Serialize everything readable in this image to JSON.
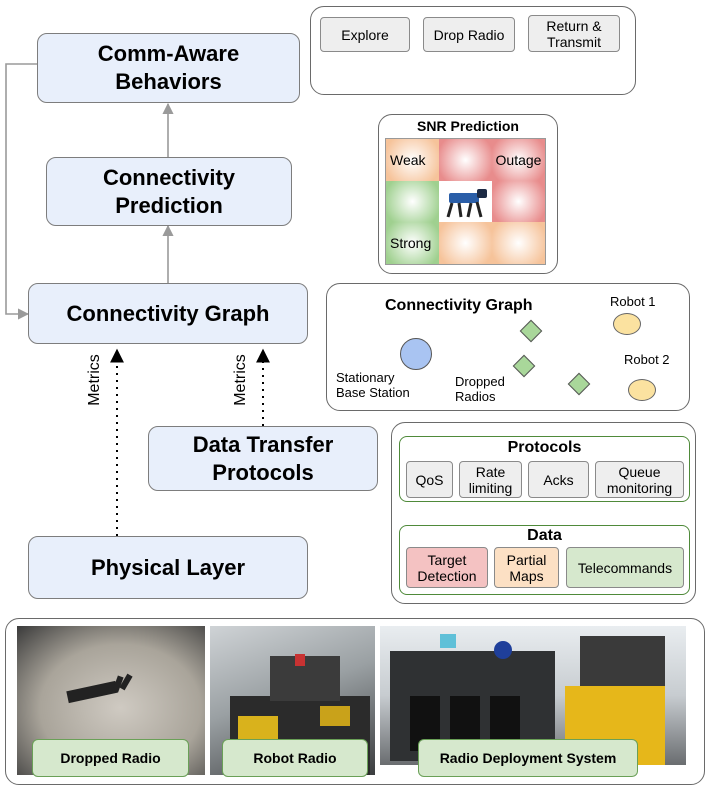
{
  "layers": {
    "comm_aware": "Comm-Aware\nBehaviors",
    "connectivity_prediction": "Connectivity\nPrediction",
    "connectivity_graph": "Connectivity Graph",
    "data_transfer": "Data Transfer\nProtocols",
    "physical": "Physical Layer"
  },
  "arrow_labels": {
    "left": "Metrics",
    "right": "Metrics"
  },
  "behavior_loop": {
    "steps": [
      "Explore",
      "Drop Radio",
      "Return &\nTransmit"
    ]
  },
  "snr": {
    "title": "SNR Prediction",
    "cells": [
      "Weak",
      "",
      "Outage",
      "",
      "",
      "",
      "Strong",
      "",
      ""
    ],
    "colors": [
      "#f6c39a",
      "#e88c8c",
      "#e88c8c",
      "#9fd08f",
      "#ffffff",
      "#e88c8c",
      "#9fd08f",
      "#f6c39a",
      "#f6c39a"
    ]
  },
  "graph_panel": {
    "title": "Connectivity Graph",
    "robot1": "Robot 1",
    "robot2": "Robot 2",
    "base": "Stationary\nBase Station",
    "dropped": "Dropped\nRadios"
  },
  "protocols": {
    "title": "Protocols",
    "items": [
      "QoS",
      "Rate\nlimiting",
      "Acks",
      "Queue\nmonitoring"
    ]
  },
  "data": {
    "title": "Data",
    "items": [
      "Target\nDetection",
      "Partial\nMaps",
      "Telecommands"
    ]
  },
  "photos": {
    "labels": [
      "Dropped Radio",
      "Robot Radio",
      "Radio Deployment System"
    ]
  },
  "colors": {
    "layer_fill": "#e8effb",
    "red": "#f4c2c2",
    "orange": "#fce0c4",
    "green": "#d6e8cd",
    "diamond": "#a9d79a",
    "base_station": "#a9c4f2",
    "robot": "#fbe2a0"
  }
}
